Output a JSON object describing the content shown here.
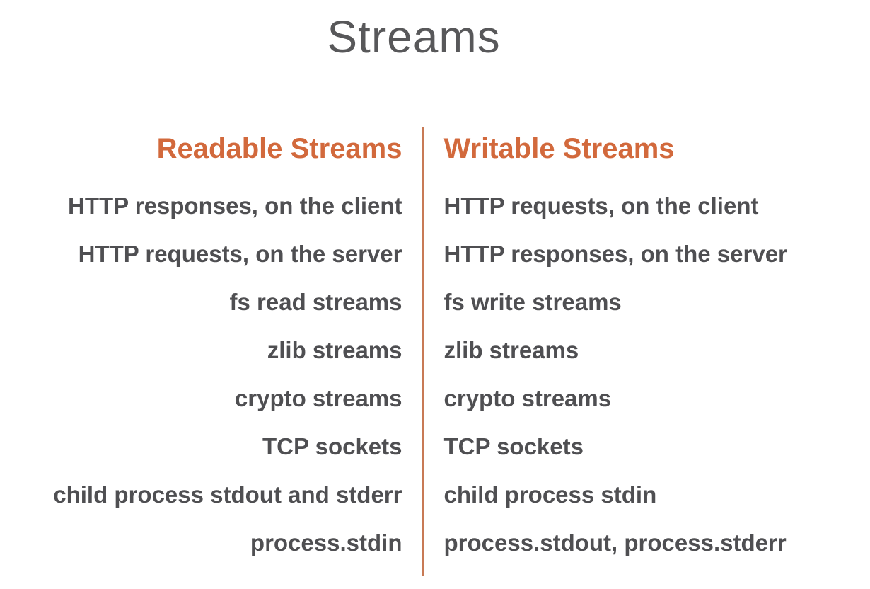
{
  "page": {
    "title": "Streams"
  },
  "columns": [
    {
      "header": "Readable Streams",
      "items": [
        "HTTP responses, on the client",
        "HTTP requests, on the server",
        "fs read streams",
        "zlib streams",
        "crypto streams",
        "TCP sockets",
        "child process stdout and stderr",
        "process.stdin"
      ]
    },
    {
      "header": "Writable Streams",
      "items": [
        "HTTP requests, on the client",
        "HTTP responses, on the server",
        "fs write streams",
        "zlib streams",
        "crypto streams",
        "TCP sockets",
        "child process stdin",
        "process.stdout, process.stderr"
      ]
    }
  ],
  "colors": {
    "accent_orange": "#d2693c",
    "divider_orange": "#c87a55",
    "title_gray": "#58585a",
    "item_gray": "#4f4f52",
    "background": "#ffffff"
  }
}
